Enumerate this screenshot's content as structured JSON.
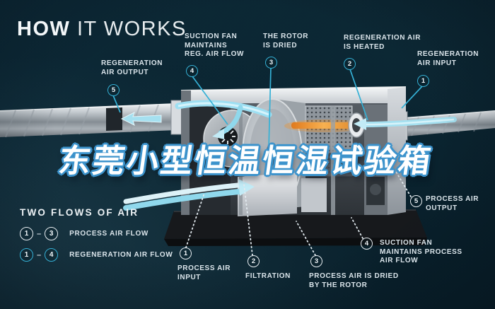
{
  "title": {
    "strong": "HOW",
    "light": "IT WORKS"
  },
  "watermark": "东莞小型恒温恒湿试验箱",
  "colors": {
    "background": "#0a2430",
    "accent_cyan": "#35b1d6",
    "process_white": "#e8eef2",
    "heater_orange": "#f0922e",
    "watermark_fill": "#ffffff",
    "watermark_outline": "#3c93cc"
  },
  "top_labels": [
    {
      "num": "5",
      "lines": [
        "REGENERATION",
        "AIR OUTPUT"
      ]
    },
    {
      "num": "4",
      "lines": [
        "SUCTION FAN",
        "MAINTAINS",
        "REG. AIR FLOW"
      ]
    },
    {
      "num": "3",
      "lines": [
        "THE ROTOR",
        "IS DRIED"
      ]
    },
    {
      "num": "2",
      "lines": [
        "REGENERATION AIR",
        "IS HEATED"
      ]
    },
    {
      "num": "1",
      "lines": [
        "REGENERATION",
        "AIR INPUT"
      ]
    }
  ],
  "bottom_labels": [
    {
      "num": "1",
      "lines": [
        "PROCESS AIR",
        "INPUT"
      ]
    },
    {
      "num": "2",
      "lines": [
        "FILTRATION"
      ]
    },
    {
      "num": "3",
      "lines": [
        "PROCESS AIR IS DRIED",
        "BY THE ROTOR"
      ]
    },
    {
      "num": "4",
      "lines": [
        "SUCTION FAN",
        "MAINTAINS PROCESS",
        "AIR FLOW"
      ]
    },
    {
      "num": "5",
      "lines": [
        "PROCESS AIR",
        "OUTPUT"
      ]
    }
  ],
  "legend": {
    "title": "TWO FLOWS OF AIR",
    "rows": [
      {
        "from": "1",
        "sep": "–",
        "to": "3",
        "label": "PROCESS AIR FLOW",
        "style": "process"
      },
      {
        "from": "1",
        "sep": "–",
        "to": "4",
        "label": "REGENERATION AIR FLOW",
        "style": "regeneration"
      }
    ]
  }
}
